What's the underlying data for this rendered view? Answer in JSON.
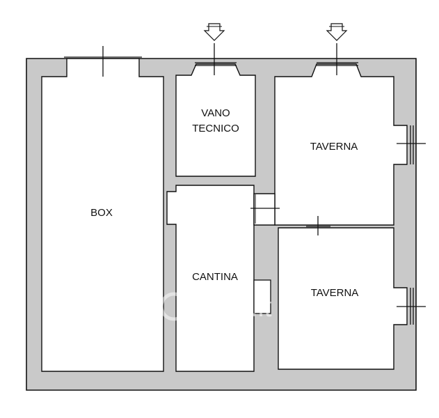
{
  "rooms": {
    "box": "BOX",
    "vano_line1": "VANO",
    "vano_line2": "TECNICO",
    "taverna_upper": "TAVERNA",
    "cantina": "CANTINA",
    "taverna_lower": "TAVERNA"
  },
  "watermark": {
    "text": "casa.it"
  },
  "colors": {
    "wall": "#c9c9c9",
    "line": "#111111",
    "room": "#ffffff"
  }
}
